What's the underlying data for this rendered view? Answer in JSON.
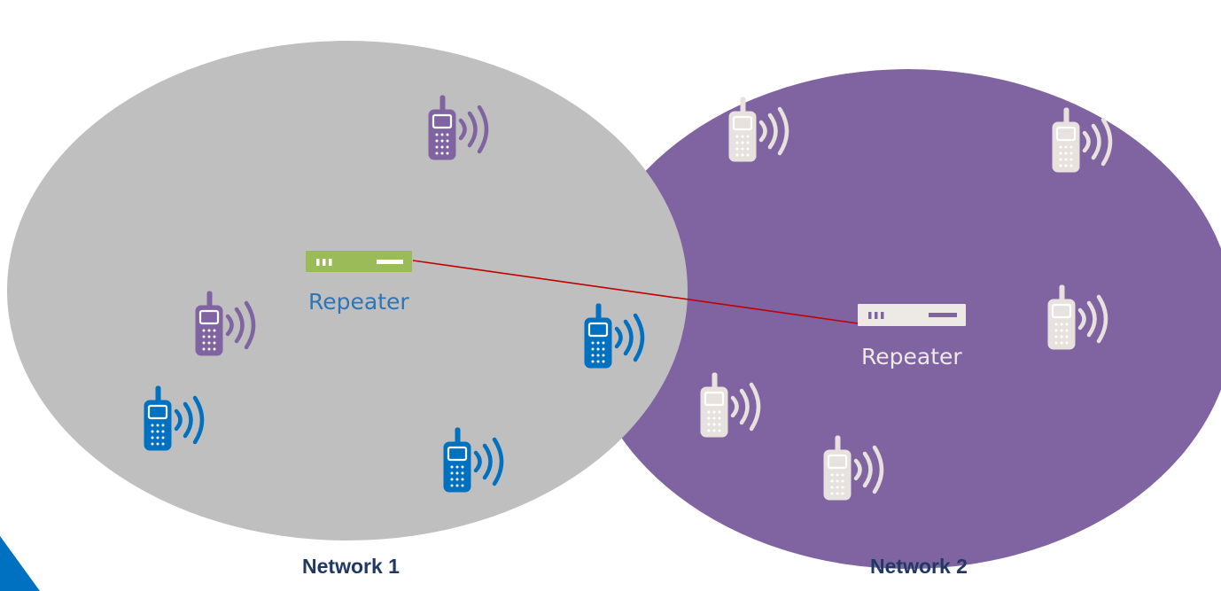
{
  "networks": [
    {
      "label": "Network 1",
      "fill": "#bfbfbf"
    },
    {
      "label": "Network 2",
      "fill": "#8064a2"
    }
  ],
  "repeaters": [
    {
      "label": "Repeater",
      "body_color": "#9bbb59",
      "label_color": "#2e75b6"
    },
    {
      "label": "Repeater",
      "body_color": "#ede9e4",
      "label_color": "#ede9e4"
    }
  ],
  "link_color": "#c00000",
  "accent_color": "#0070c0",
  "phones": [
    {
      "network": "Network 1",
      "color": "#8064a2",
      "icon": "mobile-phone-signal-icon"
    },
    {
      "network": "Network 1",
      "color": "#8064a2",
      "icon": "mobile-phone-signal-icon"
    },
    {
      "network": "Network 1",
      "color": "#0070c0",
      "icon": "mobile-phone-signal-icon"
    },
    {
      "network": "Network 1",
      "color": "#0070c0",
      "icon": "mobile-phone-signal-icon"
    },
    {
      "network": "Network 1",
      "color": "#0070c0",
      "icon": "mobile-phone-signal-icon"
    },
    {
      "network": "Network 2",
      "color": "#e7e2dd",
      "icon": "mobile-phone-signal-icon"
    },
    {
      "network": "Network 2",
      "color": "#e7e2dd",
      "icon": "mobile-phone-signal-icon"
    },
    {
      "network": "Network 2",
      "color": "#e7e2dd",
      "icon": "mobile-phone-signal-icon"
    },
    {
      "network": "Network 2",
      "color": "#e7e2dd",
      "icon": "mobile-phone-signal-icon"
    },
    {
      "network": "Network 2",
      "color": "#e7e2dd",
      "icon": "mobile-phone-signal-icon"
    }
  ]
}
